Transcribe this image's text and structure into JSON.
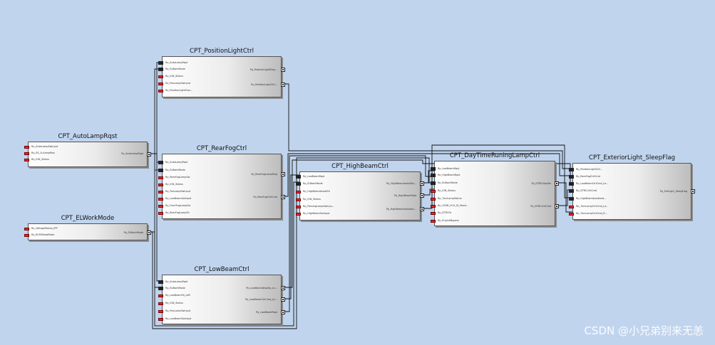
{
  "components": [
    {
      "id": "autolamp",
      "title": "CPT_AutoLampRqst",
      "inputs": [
        "Rp_AutoLampSwInput",
        "Rp_RS_SuLampReq",
        "Rp_IGN_Status"
      ],
      "outputs": [
        "Pp_AutoLampRqst"
      ]
    },
    {
      "id": "elwork",
      "title": "CPT_ELWorkMode",
      "inputs": [
        "Rp_VoltageStatus_IPP",
        "Rp_BCMSleepMode"
      ],
      "outputs": [
        "Pp_ELWorkMode"
      ]
    },
    {
      "id": "position",
      "title": "CPT_PositionLightCtrl",
      "inputs": [
        "Rp_AutoLampRqst",
        "Rp_ELWorkMode",
        "Rp_IGN_Status",
        "Rp_PosLampSwInput",
        "Rp_PositionLightFron..."
      ],
      "outputs": [
        "Pp_PositionLightDisp...",
        "Pp_PositionLightCtrl..."
      ]
    },
    {
      "id": "rearfog",
      "title": "CPT_RearFogCtrl",
      "inputs": [
        "Rp_AutoLampRqst",
        "Rp_ELWorkMode",
        "Rp_RearFogLampSw",
        "Rp_IGN_Status",
        "Rp_PosLampSwInput",
        "Rp_LowBeamSwInput",
        "Rp_FrontFogLampSw",
        "Rp_RearFogLampFb"
      ],
      "outputs": [
        "Pp_RearFogLampDisp",
        "Pp_RearFogCtrlCmd"
      ]
    },
    {
      "id": "lowbeam",
      "title": "CPT_LowBeamCtrl",
      "inputs": [
        "Rp_AutoLampRqst",
        "Rp_ELWorkMode",
        "Rp_LowBeamFb_Left",
        "Rp_IGN_Status",
        "Rp_PosLampSwInput",
        "Rp_LowBeamSwInput"
      ],
      "outputs": [
        "Pp_LowBeamDispSw_Le...",
        "Pp_LowBeamCtrlCmd_Le...",
        "Pp_LowBeamRqst"
      ]
    },
    {
      "id": "highbeam",
      "title": "CPT_HighBeamCtrl",
      "inputs": [
        "Rp_LowBeamRqst",
        "Rp_ELWorkMode",
        "Rp_HighBeamAssistFb",
        "Rp_IGN_Status",
        "Rp_PassingLampSwInpu...",
        "Rp_HighBeamSwInput"
      ],
      "outputs": [
        "Pp_HighBeamAssistDis...",
        "Pp_HighBeamRqst",
        "Pp_HighBeamAssistant..."
      ]
    },
    {
      "id": "drl",
      "title": "CPT_DayTimeRuningLampCtrl",
      "inputs": [
        "Rp_LowBeamRqst",
        "Rp_HighBeamRqst",
        "Rp_ELWorkMode",
        "Rp_IGN_Status",
        "Rp_TurnLampStatus",
        "Rp_VSUB_VCU_St_Read...",
        "Rp_DTRLFb",
        "Rp_EngineBypass"
      ],
      "outputs": [
        "Pp_DTRLDispSts",
        "Pp_DTRLCtrlCmd"
      ]
    },
    {
      "id": "sleep",
      "title": "CPT_ExteriorLight_SleepFlag",
      "inputs": [
        "Rp_PositionLightCtrl...",
        "Rp_RearFogCtrlCmd",
        "Rp_LowBeamCtrlCmd_Le...",
        "Rp_DTRLCtrlCmd",
        "Rp_HighBeamAssistant...",
        "Rp_TurnLampCtrlCmd_Le...",
        "Rp_TurnLampCtrlCmd_R..."
      ],
      "outputs": [
        "Pp_ExtLight_SleepFlag"
      ]
    }
  ],
  "watermark": "CSDN @小兄弟别来无恙"
}
